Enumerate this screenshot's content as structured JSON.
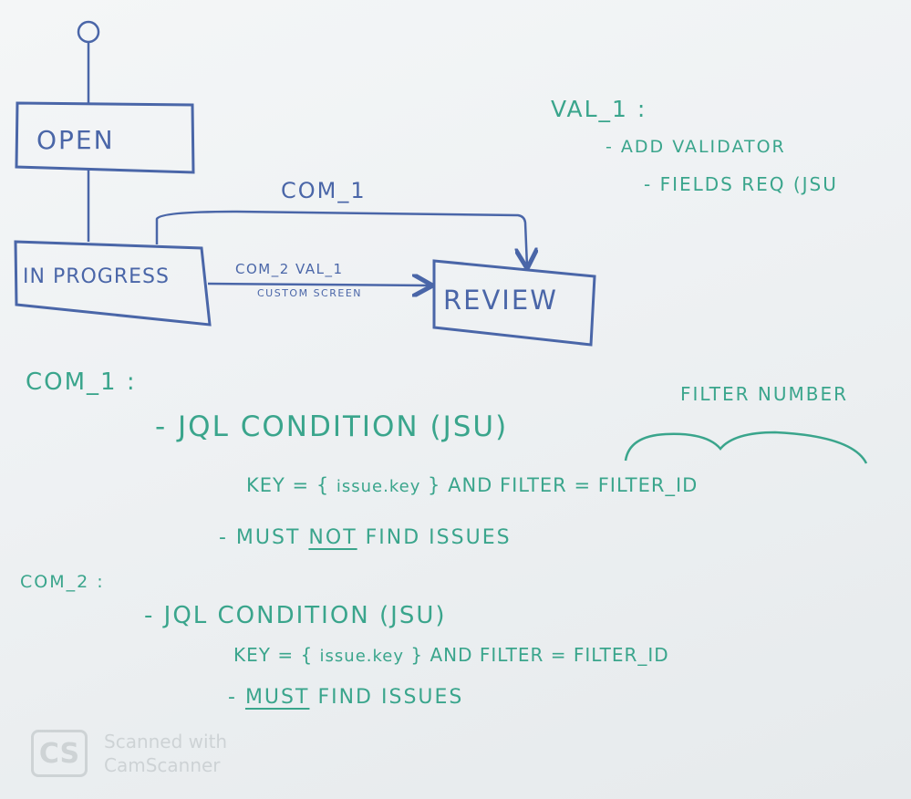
{
  "diagram": {
    "states": {
      "open": "OPEN",
      "in_progress": "IN PROGRESS",
      "review": "REVIEW"
    },
    "transitions": {
      "top": "COM_1",
      "bottom_line1": "COM_2  VAL_1",
      "bottom_line2": "CUSTOM SCREEN"
    }
  },
  "notes": {
    "val1": {
      "title": "VAL_1 :",
      "item1": "- ADD VALIDATOR",
      "item2": "- FIELDS REQ (JSU"
    },
    "com1": {
      "title": "COM_1 :",
      "condition": "- JQL CONDITION (JSU)",
      "annotation": "FILTER NUMBER",
      "expr_key": "KEY = {",
      "expr_var": "issue.key",
      "expr_rest": "} AND FILTER = FILTER_ID",
      "rule_prefix": "- MUST",
      "rule_emph": "NOT",
      "rule_suffix": "FIND ISSUES"
    },
    "com2": {
      "title": "COM_2 :",
      "condition": "- JQL CONDITION (JSU)",
      "expr_key": "KEY = {",
      "expr_var": "issue.key",
      "expr_rest": "} AND FILTER = FILTER_ID",
      "rule_prefix": "-",
      "rule_emph": "MUST",
      "rule_suffix": "FIND ISSUES"
    }
  },
  "watermark": {
    "logo": "CS",
    "line1": "Scanned with",
    "line2": "CamScanner"
  },
  "colors": {
    "diagram_ink": "#4a66a8",
    "note_ink": "#3aa58c",
    "board": "#eef1f3"
  }
}
